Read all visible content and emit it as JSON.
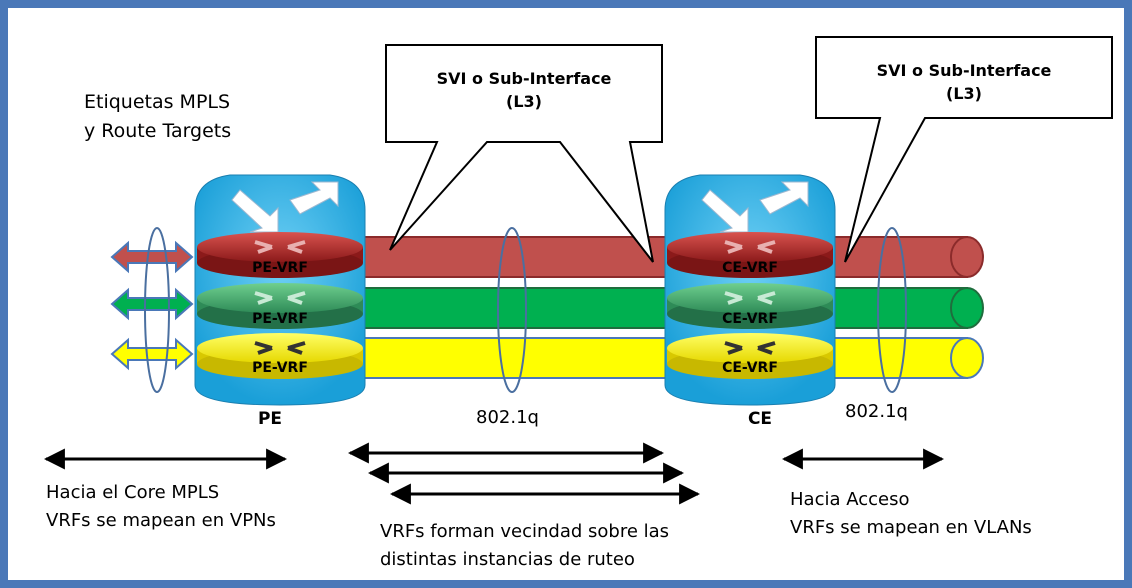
{
  "diagram": {
    "colors": {
      "border": "#4a78b8",
      "red_pipe": "#c0504d",
      "green_pipe": "#00b050",
      "yellow_pipe": "#ffff00",
      "router_blue": "#29aae1"
    },
    "top_left_label": [
      "Etiquetas MPLS",
      "y Route Targets"
    ],
    "callout_middle": [
      "SVI o Sub-Interface",
      "(L3)"
    ],
    "callout_right": [
      "SVI o Sub-Interface",
      "(L3)"
    ],
    "pe_vrf_labels": [
      "PE-VRF",
      "PE-VRF",
      "PE-VRF"
    ],
    "ce_vrf_labels": [
      "CE-VRF",
      "CE-VRF",
      "CE-VRF"
    ],
    "pe_label": "PE",
    "ce_label": "CE",
    "dot1q_middle": "802.1q",
    "dot1q_right": "802.1q",
    "bottom_left": [
      "Hacia el Core MPLS",
      "VRFs se mapean en  VPNs"
    ],
    "bottom_middle": [
      "VRFs forman vecindad sobre las",
      "distintas instancias de ruteo"
    ],
    "bottom_right": [
      "Hacia Acceso",
      "VRFs se mapean en VLANs"
    ]
  }
}
